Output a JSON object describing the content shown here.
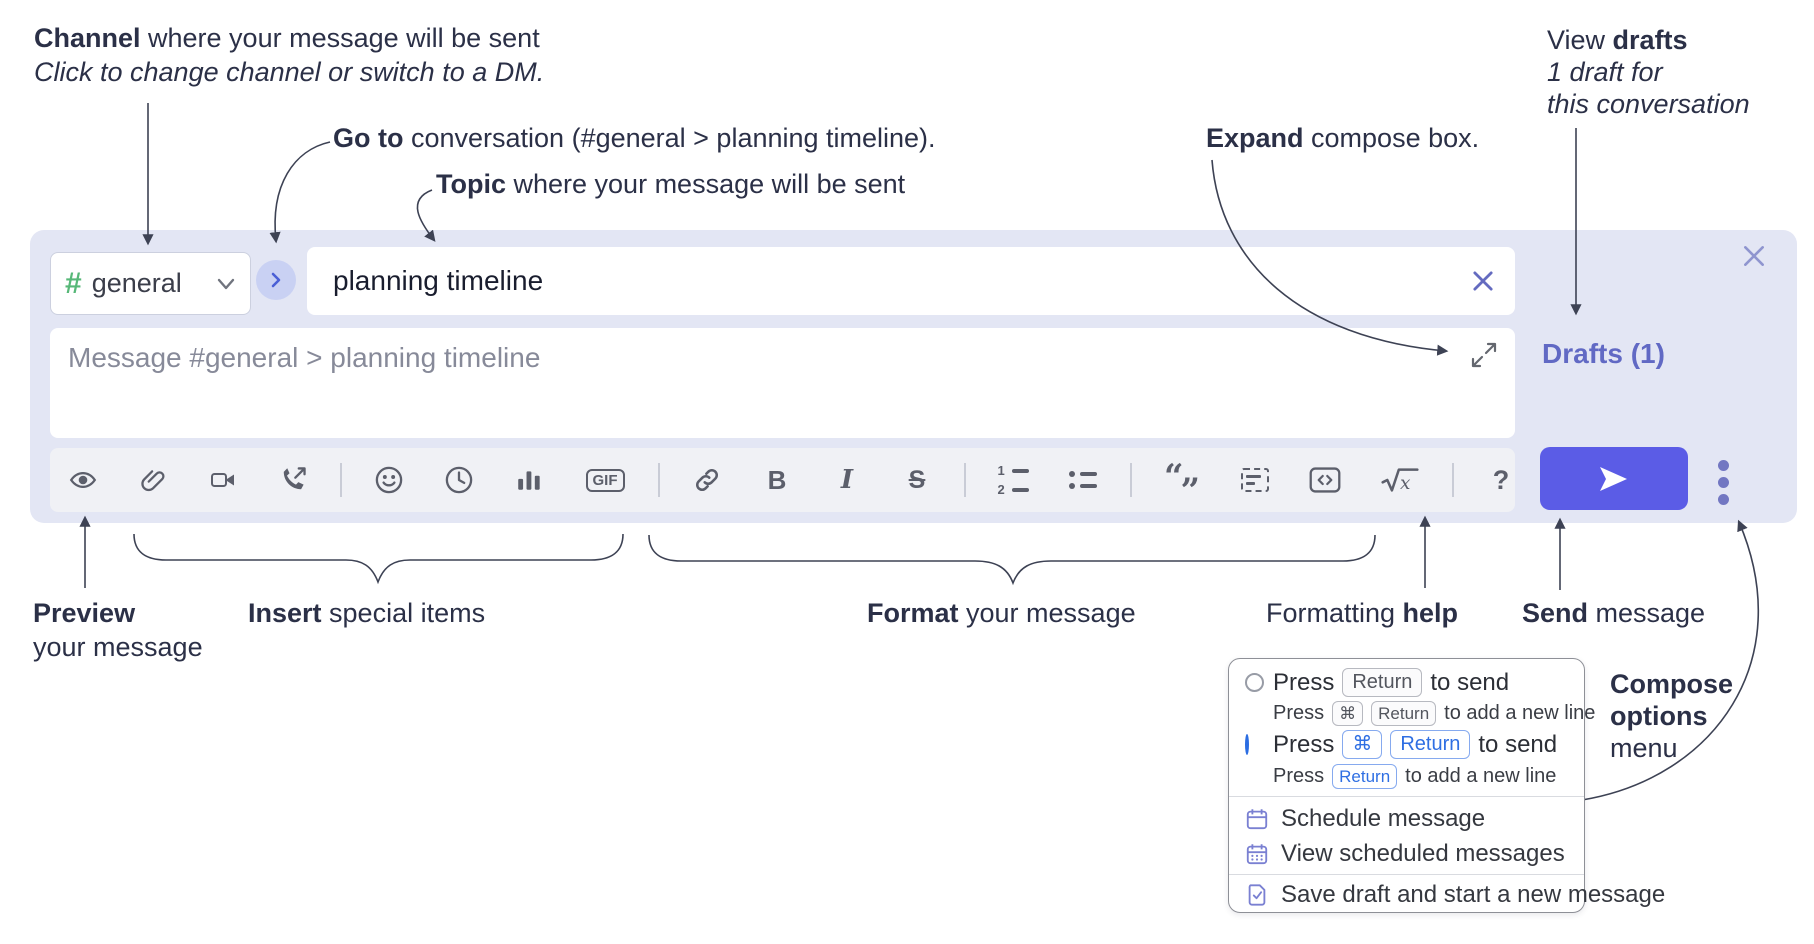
{
  "annotations": {
    "channel": {
      "bold": "Channel",
      "rest": " where your message will be sent",
      "line2": "Click to change channel or switch to a DM."
    },
    "goto": {
      "bold": "Go to",
      "rest": " conversation (#general > planning timeline)."
    },
    "topic": {
      "bold": "Topic",
      "rest": " where your message will be sent"
    },
    "expand": {
      "bold": "Expand",
      "rest": " compose box."
    },
    "drafts": {
      "line1_pre": "View ",
      "line1_bold": "drafts",
      "line2": "1 draft for",
      "line3": "this conversation"
    },
    "preview": {
      "bold": "Preview",
      "line2": "your message"
    },
    "insert": {
      "bold": "Insert",
      "rest": " special items"
    },
    "format": {
      "bold": "Format",
      "rest": " your message"
    },
    "help": {
      "pre": "Formatting ",
      "bold": "help"
    },
    "send": {
      "bold": "Send",
      "rest": " message"
    },
    "compose_options": {
      "line1": "Compose",
      "line2": "options",
      "line3": "menu"
    }
  },
  "compose": {
    "channel_hash": "#",
    "channel_name": "general",
    "topic_value": "planning timeline",
    "message_placeholder": "Message #general > planning timeline",
    "drafts_label": "Drafts (1)",
    "toolbar_icons": [
      "preview",
      "attach-file",
      "start-video-call",
      "start-audio-call",
      "add-emoji",
      "add-global-time",
      "add-poll",
      "add-gif",
      "link",
      "bold",
      "italic",
      "strikethrough",
      "numbered-list",
      "bulleted-list",
      "quote",
      "spoiler",
      "code",
      "math",
      "help"
    ],
    "toolbar_glyphs": {
      "gif": "GIF",
      "bold": "B",
      "italic": "I",
      "strike": "S",
      "ol1": "1",
      "ol2": "2",
      "quote_open": "“",
      "quote_close": "”",
      "math_x": "x",
      "help": "?"
    }
  },
  "popup": {
    "option1": {
      "press": "Press",
      "kbd1": "Return",
      "rest": "to send",
      "sub": {
        "press": "Press",
        "kbd1": "⌘",
        "kbd2": "Return",
        "rest": "to add a new line"
      }
    },
    "option2": {
      "press": "Press",
      "kbd1": "⌘",
      "kbd2": "Return",
      "rest": "to send",
      "sub": {
        "press": "Press",
        "kbd1": "Return",
        "rest": "to add a new line"
      }
    },
    "menu": [
      {
        "icon": "calendar-icon",
        "label": "Schedule message"
      },
      {
        "icon": "calendar-grid-icon",
        "label": "View scheduled messages"
      },
      {
        "icon": "save-draft-icon",
        "label": "Save draft and start a new message"
      }
    ]
  },
  "colors": {
    "container_lavender": "#e3e6f4",
    "toolbar_gray": "#f0f1f5",
    "accent_indigo": "#5b5ce6",
    "drafts_purple": "#6169c4",
    "channel_green": "#57b878",
    "kbd_blue": "#2f6fe3",
    "icon_gray": "#5c5f6b",
    "annotation_ink": "#2b3047",
    "menu_icon_purple": "#7a80d2"
  }
}
